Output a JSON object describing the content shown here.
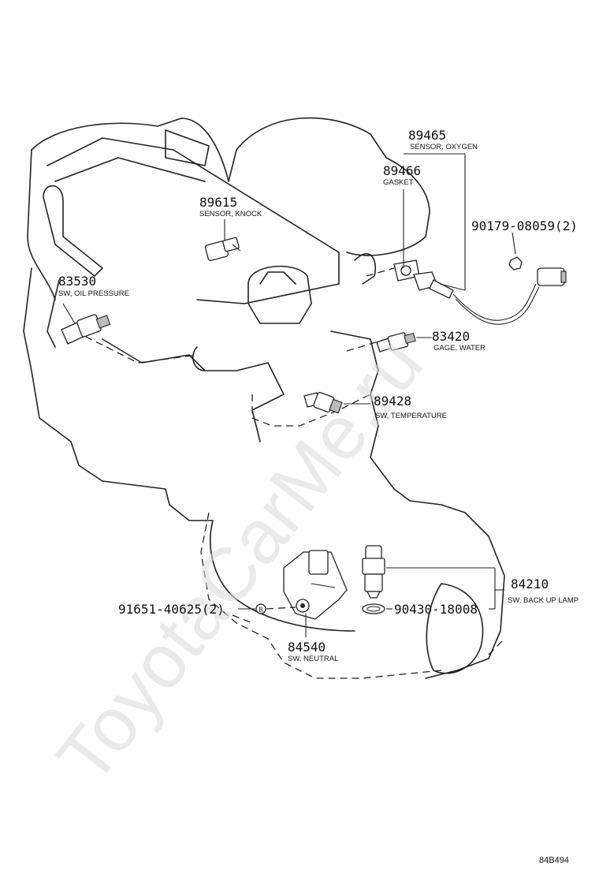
{
  "watermark": "ToyotaCarMe.ru",
  "diagram_code": "84B494",
  "parts": {
    "p89465": {
      "number": "89465",
      "name": "SENSOR, OXYGEN"
    },
    "p89466": {
      "number": "89466",
      "name": "GASKET"
    },
    "p90179": {
      "number": "90179-08059(2)"
    },
    "p89615": {
      "number": "89615",
      "name": "SENSOR, KNOCK"
    },
    "p83530": {
      "number": "83530",
      "name": "SW, OIL PRESSURE"
    },
    "p83420": {
      "number": "83420",
      "name": "GAGE, WATER"
    },
    "p89428": {
      "number": "89428",
      "name": "SW, TEMPERATURE"
    },
    "p84210": {
      "number": "84210",
      "name": "SW, BACK UP LAMP"
    },
    "p90430": {
      "number": "90430-18008"
    },
    "p91651": {
      "number": "91651-40625(2)"
    },
    "p84540": {
      "number": "84540",
      "name": "SW, NEUTRAL"
    }
  }
}
